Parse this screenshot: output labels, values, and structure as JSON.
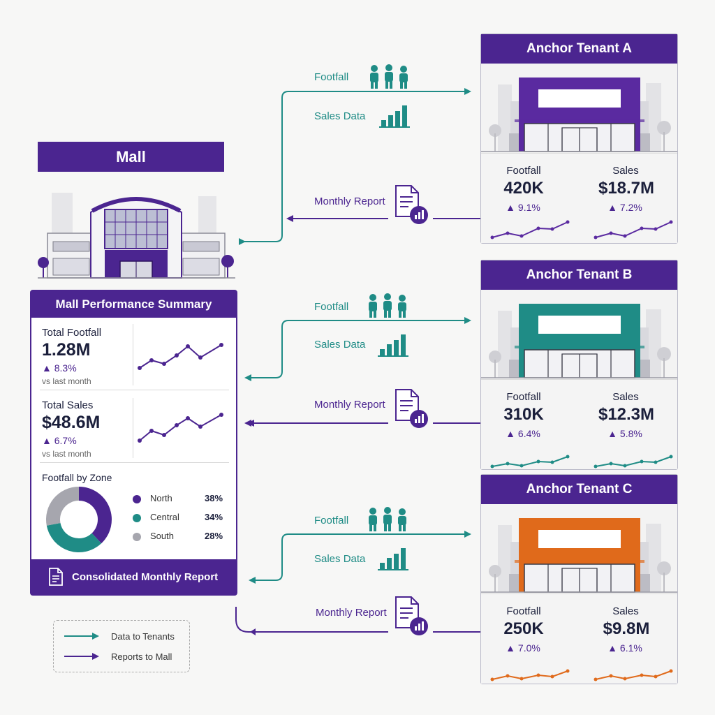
{
  "mall": {
    "title": "Mall",
    "summary_title": "Mall Performance Summary",
    "kpis": [
      {
        "label": "Total Footfall",
        "value": "1.28M",
        "delta": "8.3%",
        "sub": "vs last month"
      },
      {
        "label": "Total Sales",
        "value": "$48.6M",
        "delta": "6.7%",
        "sub": "vs last month"
      }
    ],
    "zone_title": "Footfall by Zone",
    "report_label": "Consolidated Monthly Report"
  },
  "chart_data": {
    "type": "pie",
    "title": "Footfall by Zone",
    "categories": [
      "North",
      "Central",
      "South"
    ],
    "values": [
      38,
      34,
      28
    ],
    "labels": [
      "38%",
      "34%",
      "28%"
    ],
    "colors": [
      "#4b2590",
      "#1f8c86",
      "#a6a6ae"
    ]
  },
  "flows": {
    "footfall_label": "Footfall",
    "sales_label": "Sales Data",
    "report_label": "Monthly Report"
  },
  "tenants": [
    {
      "name": "Anchor Tenant A",
      "color": "#5a2aa0",
      "footfall_label": "Footfall",
      "footfall": "420K",
      "footfall_delta": "9.1%",
      "sales_label": "Sales",
      "sales": "$18.7M",
      "sales_delta": "7.2%"
    },
    {
      "name": "Anchor Tenant B",
      "color": "#1f8c86",
      "footfall_label": "Footfall",
      "footfall": "310K",
      "footfall_delta": "6.4%",
      "sales_label": "Sales",
      "sales": "$12.3M",
      "sales_delta": "5.8%"
    },
    {
      "name": "Anchor Tenant C",
      "color": "#e06a1b",
      "footfall_label": "Footfall",
      "footfall": "250K",
      "footfall_delta": "7.0%",
      "sales_label": "Sales",
      "sales": "$9.8M",
      "sales_delta": "6.1%"
    }
  ],
  "legend": {
    "data_label": "Data to Tenants",
    "report_label": "Reports to Mall"
  },
  "colors": {
    "purple": "#4b2590",
    "teal": "#1f8c86",
    "orange": "#e06a1b"
  }
}
